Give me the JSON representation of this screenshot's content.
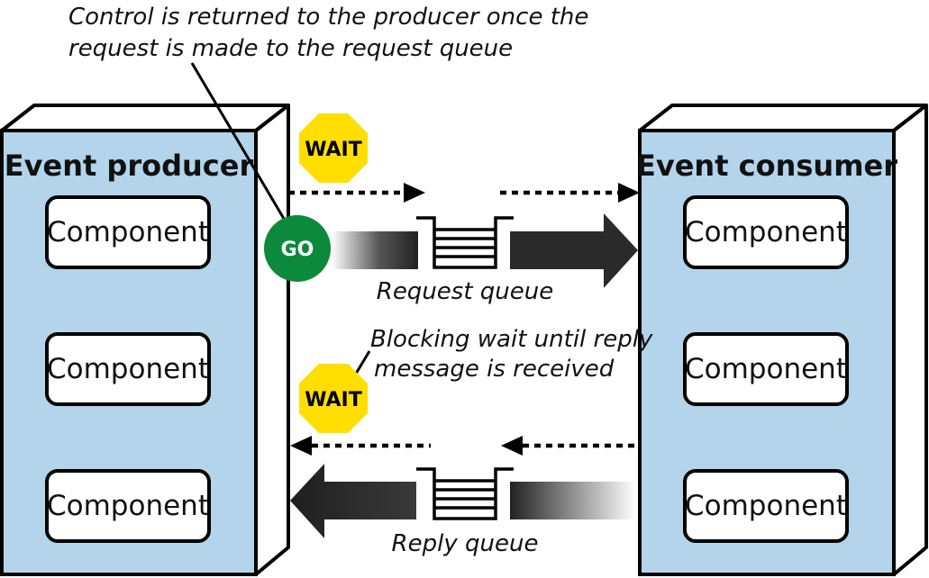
{
  "producer": {
    "title": "Event producer",
    "components": [
      "Component",
      "Component",
      "Component"
    ]
  },
  "consumer": {
    "title": "Event consumer",
    "components": [
      "Component",
      "Component",
      "Component"
    ]
  },
  "annotations": {
    "control_line1": "Control is returned to the producer once the",
    "control_line2": "request is made to the request queue",
    "blocking_line1": "Blocking wait until reply",
    "blocking_line2": "message is received"
  },
  "queues": {
    "request_label": "Request queue",
    "reply_label": "Reply queue"
  },
  "signals": {
    "wait_top": "WAIT",
    "go": "GO",
    "wait_bottom": "WAIT"
  },
  "colors": {
    "box_fill": "#b3d4ea",
    "wait_sign": "#ffde00",
    "go_sign": "#0a8a3a",
    "outline": "#000000"
  }
}
